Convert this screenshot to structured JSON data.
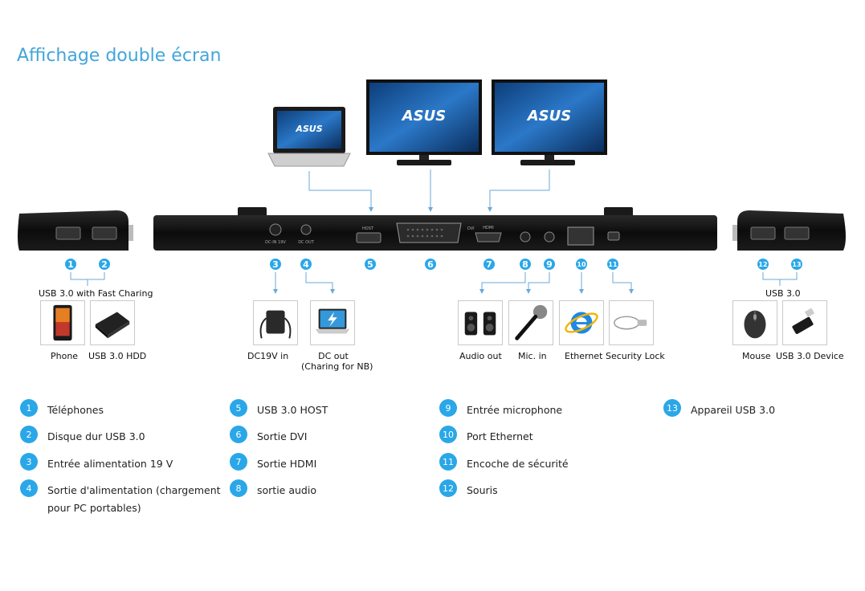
{
  "title": "Affichage double écran",
  "dock_labels": {
    "dc_label": "DC-IN 19V",
    "dc_out_label": "DC OUT",
    "host_label": "HOST",
    "dvi_label": "DVI",
    "hdmi_label": "HDMI"
  },
  "group_labels": {
    "usb_fast": "USB 3.0 with Fast Charing",
    "usb_right": "USB 3.0"
  },
  "devices": {
    "phone": "Phone",
    "hdd": "USB 3.0 HDD",
    "dc19v": "DC19V in",
    "dcout_line1": "DC out",
    "dcout_line2": "(Charing for NB)",
    "audio": "Audio out",
    "mic": "Mic. in",
    "ethernet": "Ethernet",
    "lock": "Security Lock",
    "mouse": "Mouse",
    "usbdev": "USB 3.0 Device"
  },
  "brand": "ASUS",
  "port_numbers": [
    "1",
    "2",
    "3",
    "4",
    "5",
    "6",
    "7",
    "8",
    "9",
    "10",
    "11",
    "12",
    "13"
  ],
  "legend": [
    {
      "num": "1",
      "text": "Téléphones"
    },
    {
      "num": "2",
      "text": "Disque dur USB 3.0"
    },
    {
      "num": "3",
      "text": "Entrée alimentation 19 V"
    },
    {
      "num": "4",
      "text": "Sortie d'alimentation (chargement",
      "text2": "pour PC portables)"
    },
    {
      "num": "5",
      "text": "USB 3.0 HOST"
    },
    {
      "num": "6",
      "text": "Sortie DVI"
    },
    {
      "num": "7",
      "text": "Sortie HDMI"
    },
    {
      "num": "8",
      "text": "sortie audio"
    },
    {
      "num": "9",
      "text": "Entrée microphone"
    },
    {
      "num": "10",
      "text": "Port Ethernet"
    },
    {
      "num": "11",
      "text": "Encoche de sécurité"
    },
    {
      "num": "12",
      "text": "Souris"
    },
    {
      "num": "13",
      "text": "Appareil USB 3.0"
    }
  ],
  "colors": {
    "accent": "#2aa7e8",
    "title": "#42a5db",
    "dock": "#111111"
  }
}
